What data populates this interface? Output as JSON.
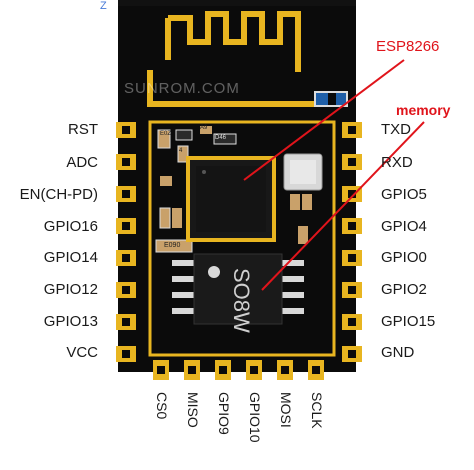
{
  "module": {
    "watermark": "SUNROM.COM",
    "chips": {
      "main_chip": "",
      "flash_marking": "SO8W",
      "cap_e": "E0Z",
      "cap_a": "A9",
      "cap_b": "4",
      "res_d": "D46",
      "res_e": "E090"
    }
  },
  "pins": {
    "left": [
      "RST",
      "ADC",
      "EN(CH-PD)",
      "GPIO16",
      "GPIO14",
      "GPIO12",
      "GPIO13",
      "VCC"
    ],
    "right": [
      "TXD",
      "RXD",
      "GPIO5",
      "GPIO4",
      "GPIO0",
      "GPIO2",
      "GPIO15",
      "GND"
    ],
    "bottom": [
      "CS0",
      "MISO",
      "GPIO9",
      "GPIO10",
      "MOSI",
      "SCLK"
    ]
  },
  "callouts": {
    "esp": "ESP8266",
    "memory": "memory"
  },
  "corner_mark": "Z",
  "colors": {
    "board": "#0c0c0c",
    "gold": "#e8b520",
    "callout": "#e0141b"
  }
}
